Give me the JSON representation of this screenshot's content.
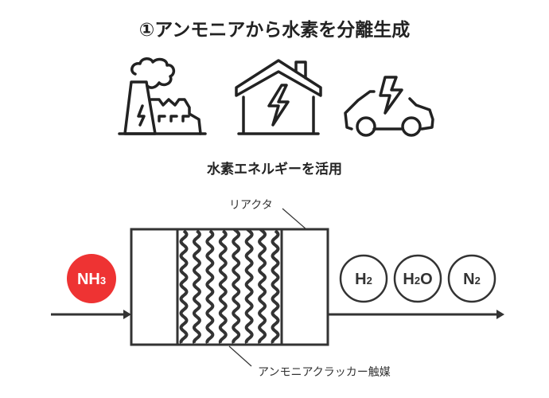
{
  "title": "①アンモニアから水素を分離生成",
  "subtitle": "水素エネルギーを活用",
  "icons": [
    "factory-icon",
    "house-icon",
    "electric-car-icon"
  ],
  "input": {
    "formula_main": "NH",
    "formula_sub": "3"
  },
  "outputs": [
    {
      "main": "H",
      "sub": "2",
      "tail": ""
    },
    {
      "main": "H",
      "sub": "2",
      "tail": "O"
    },
    {
      "main": "N",
      "sub": "2",
      "tail": ""
    }
  ],
  "labels": {
    "reactor": "リアクタ",
    "catalyst": "アンモニアクラッカー触媒"
  },
  "colors": {
    "input_circle": "#ee3333",
    "stroke": "#333333"
  },
  "catalyst_wave_count": 8
}
